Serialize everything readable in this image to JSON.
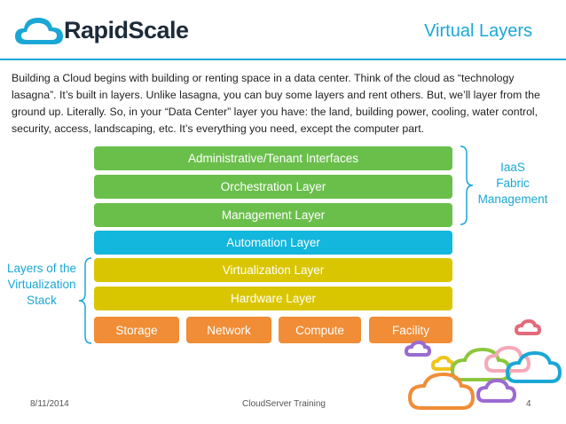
{
  "header": {
    "brand": "RapidScale",
    "slide_title": "Virtual Layers"
  },
  "intro_text": "Building a Cloud begins with building or renting space in a data center.  Think of the cloud as “technology lasagna”.  It’s built in layers.  Unlike lasagna, you can buy some layers and rent others. But, we’ll layer from the ground up. Literally. So, in your “Data Center” layer you have: the land, building power, cooling, water control, security, access, landscaping, etc. It’s everything you need, except the computer part.",
  "layers": [
    "Administrative/Tenant Interfaces",
    "Orchestration Layer",
    "Management Layer",
    "Automation Layer",
    "Virtualization Layer",
    "Hardware Layer"
  ],
  "infrastructure": [
    "Storage",
    "Network",
    "Compute",
    "Facility"
  ],
  "labels": {
    "iaas": [
      "IaaS",
      "Fabric",
      "Management"
    ],
    "virt_stack": [
      "Layers of the",
      "Virtualization",
      "Stack"
    ]
  },
  "footer": {
    "date": "8/11/2014",
    "center": "CloudServer Training",
    "page": "4"
  },
  "colors": {
    "accent": "#1aa7d6",
    "green": "#6abf4b",
    "cyan": "#13b6dd",
    "yellow": "#d9c600",
    "orange": "#f08d36"
  }
}
